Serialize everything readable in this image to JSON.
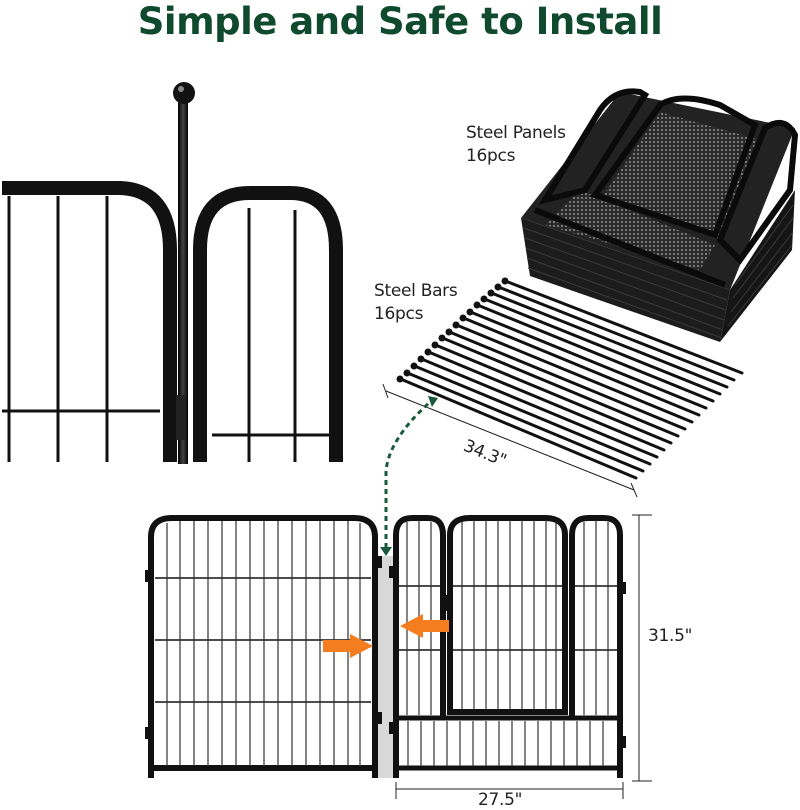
{
  "title": "Simple and Safe to Install",
  "parts": {
    "panels": {
      "name": "Steel Panels",
      "quantity": "16pcs"
    },
    "bars": {
      "name": "Steel Bars",
      "quantity": "16pcs"
    }
  },
  "dimensions": {
    "bar_length": "34.3\"",
    "panel_height": "31.5\"",
    "panel_width": "27.5\""
  },
  "colors": {
    "title": "#0f4a2f",
    "arrow_orange": "#f47d20",
    "dashed_arrow_green": "#1a5a3c",
    "metal": "#111111"
  }
}
